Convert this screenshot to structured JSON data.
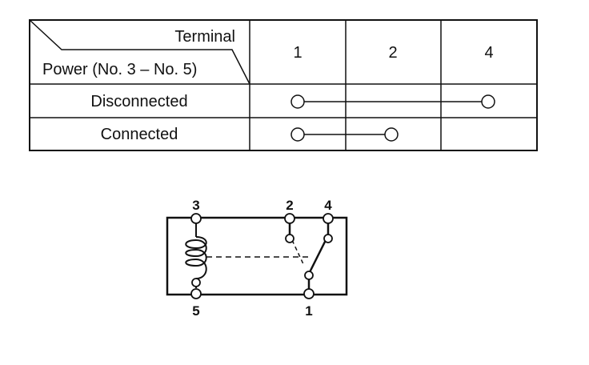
{
  "table": {
    "corner_top": "Terminal",
    "corner_bottom": "Power (No. 3 – No. 5)",
    "columns": [
      "1",
      "2",
      "4"
    ],
    "rows": [
      {
        "label": "Disconnected",
        "connects": [
          "1",
          "4"
        ]
      },
      {
        "label": "Connected",
        "connects": [
          "1",
          "2"
        ]
      }
    ]
  },
  "schematic": {
    "terminals": [
      "3",
      "2",
      "4",
      "5",
      "1"
    ]
  }
}
